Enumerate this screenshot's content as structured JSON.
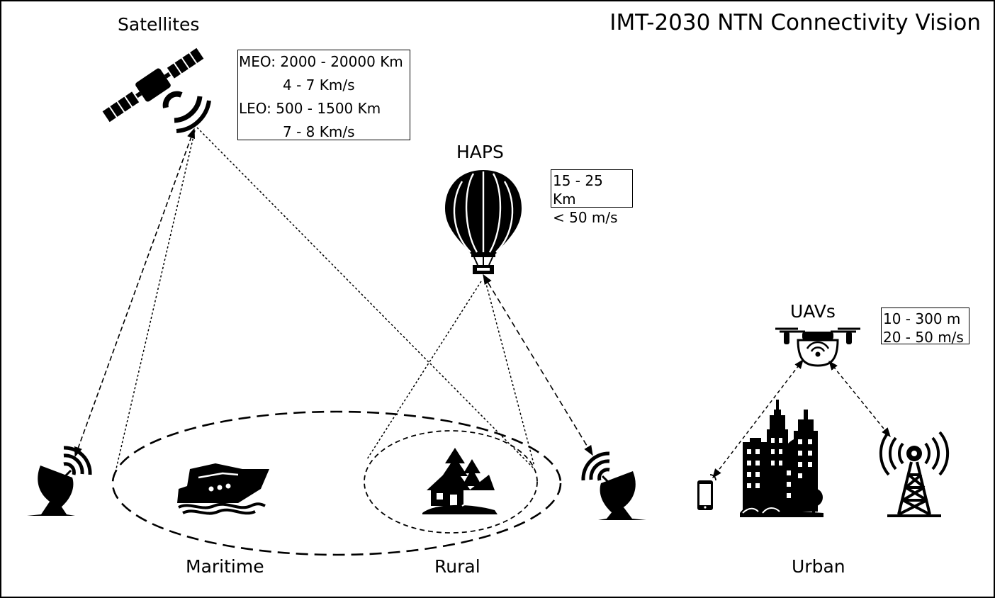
{
  "title": "IMT-2030 NTN Connectivity Vision",
  "labels": {
    "satellites": "Satellites",
    "haps": "HAPS",
    "uavs": "UAVs",
    "maritime": "Maritime",
    "rural": "Rural",
    "urban": "Urban"
  },
  "satellite_info": {
    "meo_altitude": "MEO: 2000 - 20000 Km",
    "meo_speed": "4 - 7 Km/s",
    "leo_altitude": "LEO: 500 - 1500 Km",
    "leo_speed": "7 - 8 Km/s"
  },
  "haps_info": {
    "altitude": "15 - 25 Km",
    "speed": "< 50 m/s"
  },
  "uav_info": {
    "altitude": "10 - 300 m",
    "speed": "20 - 50 m/s"
  },
  "icons": [
    "satellite-icon",
    "hot-air-balloon-icon",
    "drone-icon",
    "satellite-dish-left-icon",
    "satellite-dish-right-icon",
    "ship-icon",
    "rural-house-trees-icon",
    "smartphone-icon",
    "city-buildings-icon",
    "cell-tower-icon"
  ],
  "colors": {
    "line": "#000000",
    "background": "#ffffff"
  }
}
